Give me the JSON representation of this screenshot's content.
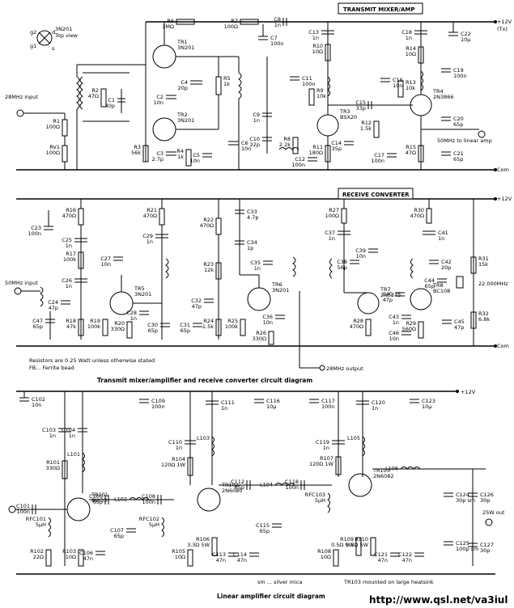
{
  "sections": {
    "transmit_title": "TRANSMIT MIXER/AMP",
    "receive_title": "RECEIVE CONVERTER",
    "caption_top": "Transmit mixer/amplifier and receive converter circuit diagram",
    "caption_bottom": "Linear amplifier circuit diagram",
    "note_resistors": "Resistors are 0.25 Watt unless otherwise stated",
    "note_fb": "FB... Ferrite bead",
    "note_sm": "sm ... silver mica",
    "note_heatsink": "TR103 mounted on large heatsink",
    "url": "http://www.qsl.net/va3iul"
  },
  "rails": {
    "tx_supply": "+12V",
    "tx_supply_sub": "(Tx)",
    "rx_supply": "+12V",
    "amp_supply": "+12V",
    "common": "Com"
  },
  "io": {
    "input_28": "28MHz input",
    "input_50": "50MHz input",
    "output_28": "28MHz output",
    "output_50": "50MHz to linear amp",
    "output_25w": "25W out",
    "xtal_freq": "22.000MHz"
  },
  "transistor_key": {
    "part": "3N201",
    "view": "Top view",
    "pins": [
      "d",
      "g2",
      "g1",
      "s"
    ]
  },
  "tx_parts": [
    {
      "ref": "R6",
      "value": "1MΩ"
    },
    {
      "ref": "R7",
      "value": "100Ω"
    },
    {
      "ref": "C8",
      "value": "1n"
    },
    {
      "ref": "C7",
      "value": "100n"
    },
    {
      "ref": "C13",
      "value": "1n"
    },
    {
      "ref": "C18",
      "value": "1n"
    },
    {
      "ref": "C22",
      "value": "10µ"
    },
    {
      "ref": "TR1",
      "value": "3N201"
    },
    {
      "ref": "TR2",
      "value": "3N201"
    },
    {
      "ref": "TR3",
      "value": "BSX20"
    },
    {
      "ref": "TR4",
      "value": "2N3866"
    },
    {
      "ref": "R1",
      "value": "100Ω"
    },
    {
      "ref": "RV1",
      "value": "100Ω"
    },
    {
      "ref": "R2",
      "value": "47Ω"
    },
    {
      "ref": "C1",
      "value": "40p"
    },
    {
      "ref": "C2",
      "value": "10n"
    },
    {
      "ref": "C4",
      "value": "20p"
    },
    {
      "ref": "R5",
      "value": "1k"
    },
    {
      "ref": "R3",
      "value": "56k"
    },
    {
      "ref": "C3",
      "value": "2.7p"
    },
    {
      "ref": "R4",
      "value": "1k"
    },
    {
      "ref": "C5",
      "value": "10n"
    },
    {
      "ref": "C6",
      "value": "10n"
    },
    {
      "ref": "C9",
      "value": "1n"
    },
    {
      "ref": "C10",
      "value": "22p"
    },
    {
      "ref": "C11",
      "value": "100n"
    },
    {
      "ref": "R8",
      "value": "2.2k"
    },
    {
      "ref": "R9",
      "value": "10k"
    },
    {
      "ref": "R10",
      "value": "10Ω"
    },
    {
      "ref": "C12",
      "value": "100n"
    },
    {
      "ref": "R11",
      "value": "180Ω"
    },
    {
      "ref": "C14",
      "value": "35p"
    },
    {
      "ref": "C15",
      "value": "33p"
    },
    {
      "ref": "C16",
      "value": "10n"
    },
    {
      "ref": "R12",
      "value": "1.5k"
    },
    {
      "ref": "R13",
      "value": "10k"
    },
    {
      "ref": "R14",
      "value": "10Ω"
    },
    {
      "ref": "C17",
      "value": "100n"
    },
    {
      "ref": "C19",
      "value": "100n"
    },
    {
      "ref": "C20",
      "value": "65p"
    },
    {
      "ref": "C21",
      "value": "65p"
    },
    {
      "ref": "R15",
      "value": "47Ω"
    }
  ],
  "rx_parts": [
    {
      "ref": "TR5",
      "value": "3N201"
    },
    {
      "ref": "TR6",
      "value": "3N201"
    },
    {
      "ref": "TR7",
      "value": "2N5245"
    },
    {
      "ref": "TR8",
      "value": "BC108"
    },
    {
      "ref": "C23",
      "value": "100n"
    },
    {
      "ref": "R16",
      "value": "470Ω"
    },
    {
      "ref": "C25",
      "value": "1n"
    },
    {
      "ref": "R17",
      "value": "100k"
    },
    {
      "ref": "C26",
      "value": "1n"
    },
    {
      "ref": "C24",
      "value": "47p"
    },
    {
      "ref": "C47",
      "value": "65p"
    },
    {
      "ref": "R18",
      "value": "47k"
    },
    {
      "ref": "R19",
      "value": "100k"
    },
    {
      "ref": "R20",
      "value": "330Ω"
    },
    {
      "ref": "C27",
      "value": "10n"
    },
    {
      "ref": "C28",
      "value": "1n"
    },
    {
      "ref": "R21",
      "value": "470Ω"
    },
    {
      "ref": "C29",
      "value": "1n"
    },
    {
      "ref": "C30",
      "value": "65p"
    },
    {
      "ref": "C31",
      "value": "65p"
    },
    {
      "ref": "R22",
      "value": "470Ω"
    },
    {
      "ref": "R23",
      "value": "12k"
    },
    {
      "ref": "C32",
      "value": "47p"
    },
    {
      "ref": "R24",
      "value": "1.5k"
    },
    {
      "ref": "R25",
      "value": "100k"
    },
    {
      "ref": "C33",
      "value": "4.7p"
    },
    {
      "ref": "C34",
      "value": "1p"
    },
    {
      "ref": "C35",
      "value": "1n"
    },
    {
      "ref": "C36",
      "value": "10n"
    },
    {
      "ref": "R26",
      "value": "330Ω"
    },
    {
      "ref": "R27",
      "value": "100Ω"
    },
    {
      "ref": "C37",
      "value": "1n"
    },
    {
      "ref": "C38",
      "value": "56p"
    },
    {
      "ref": "C39",
      "value": "10n"
    },
    {
      "ref": "R28",
      "value": "470Ω"
    },
    {
      "ref": "R30",
      "value": "470Ω"
    },
    {
      "ref": "C41",
      "value": "1n"
    },
    {
      "ref": "C42",
      "value": "20p"
    },
    {
      "ref": "R31",
      "value": "15k"
    },
    {
      "ref": "C44",
      "value": "65p"
    },
    {
      "ref": "C40",
      "value": "47p"
    },
    {
      "ref": "C43",
      "value": "1n"
    },
    {
      "ref": "C46",
      "value": "10n"
    },
    {
      "ref": "R29",
      "value": "560Ω"
    },
    {
      "ref": "C45",
      "value": "47p"
    },
    {
      "ref": "R32",
      "value": "6.8k"
    }
  ],
  "amp_parts": [
    {
      "ref": "C102",
      "value": "10n"
    },
    {
      "ref": "C109",
      "value": "100n"
    },
    {
      "ref": "C111",
      "value": "1n"
    },
    {
      "ref": "C116",
      "value": "10µ"
    },
    {
      "ref": "C117",
      "value": "100n"
    },
    {
      "ref": "C120",
      "value": "1n"
    },
    {
      "ref": "C123",
      "value": "10µ"
    },
    {
      "ref": "C103",
      "value": "1n"
    },
    {
      "ref": "C104",
      "value": "1n"
    },
    {
      "ref": "R101",
      "value": "330Ω"
    },
    {
      "ref": "L101",
      "value": ""
    },
    {
      "ref": "TR101",
      "value": "BLY33"
    },
    {
      "ref": "C101",
      "value": "100n"
    },
    {
      "ref": "RFC101",
      "value": "5µH"
    },
    {
      "ref": "R102",
      "value": "22Ω"
    },
    {
      "ref": "R103",
      "value": "10Ω"
    },
    {
      "ref": "C106",
      "value": "47n"
    },
    {
      "ref": "C105",
      "value": "65p"
    },
    {
      "ref": "L102",
      "value": ""
    },
    {
      "ref": "C108",
      "value": "100n"
    },
    {
      "ref": "RFC102",
      "value": "5µH"
    },
    {
      "ref": "C107",
      "value": "65p"
    },
    {
      "ref": "C110",
      "value": "1n"
    },
    {
      "ref": "L103",
      "value": ""
    },
    {
      "ref": "R104",
      "value": "120Ω 1W"
    },
    {
      "ref": "TR102",
      "value": "2N6080"
    },
    {
      "ref": "R105",
      "value": "10Ω"
    },
    {
      "ref": "R106",
      "value": "3.3Ω 5W"
    },
    {
      "ref": "C113",
      "value": "47n"
    },
    {
      "ref": "C114",
      "value": "47n"
    },
    {
      "ref": "C112",
      "value": "65p"
    },
    {
      "ref": "L104",
      "value": ""
    },
    {
      "ref": "C115",
      "value": "65p"
    },
    {
      "ref": "C118",
      "value": "100n"
    },
    {
      "ref": "RFC103",
      "value": "5µH"
    },
    {
      "ref": "C119",
      "value": "1n"
    },
    {
      "ref": "L105",
      "value": ""
    },
    {
      "ref": "R107",
      "value": "120Ω 1W"
    },
    {
      "ref": "TR103",
      "value": "2N6082"
    },
    {
      "ref": "L106",
      "value": ""
    },
    {
      "ref": "C124",
      "value": "30p sm"
    },
    {
      "ref": "C126",
      "value": "30p"
    },
    {
      "ref": "C125",
      "value": "100p sm"
    },
    {
      "ref": "C127",
      "value": "30p"
    },
    {
      "ref": "R108",
      "value": "10Ω"
    },
    {
      "ref": "R109",
      "value": "0.5Ω 5W"
    },
    {
      "ref": "R110",
      "value": "0.5Ω 5W"
    },
    {
      "ref": "C121",
      "value": "47n"
    },
    {
      "ref": "C122",
      "value": "47n"
    }
  ]
}
